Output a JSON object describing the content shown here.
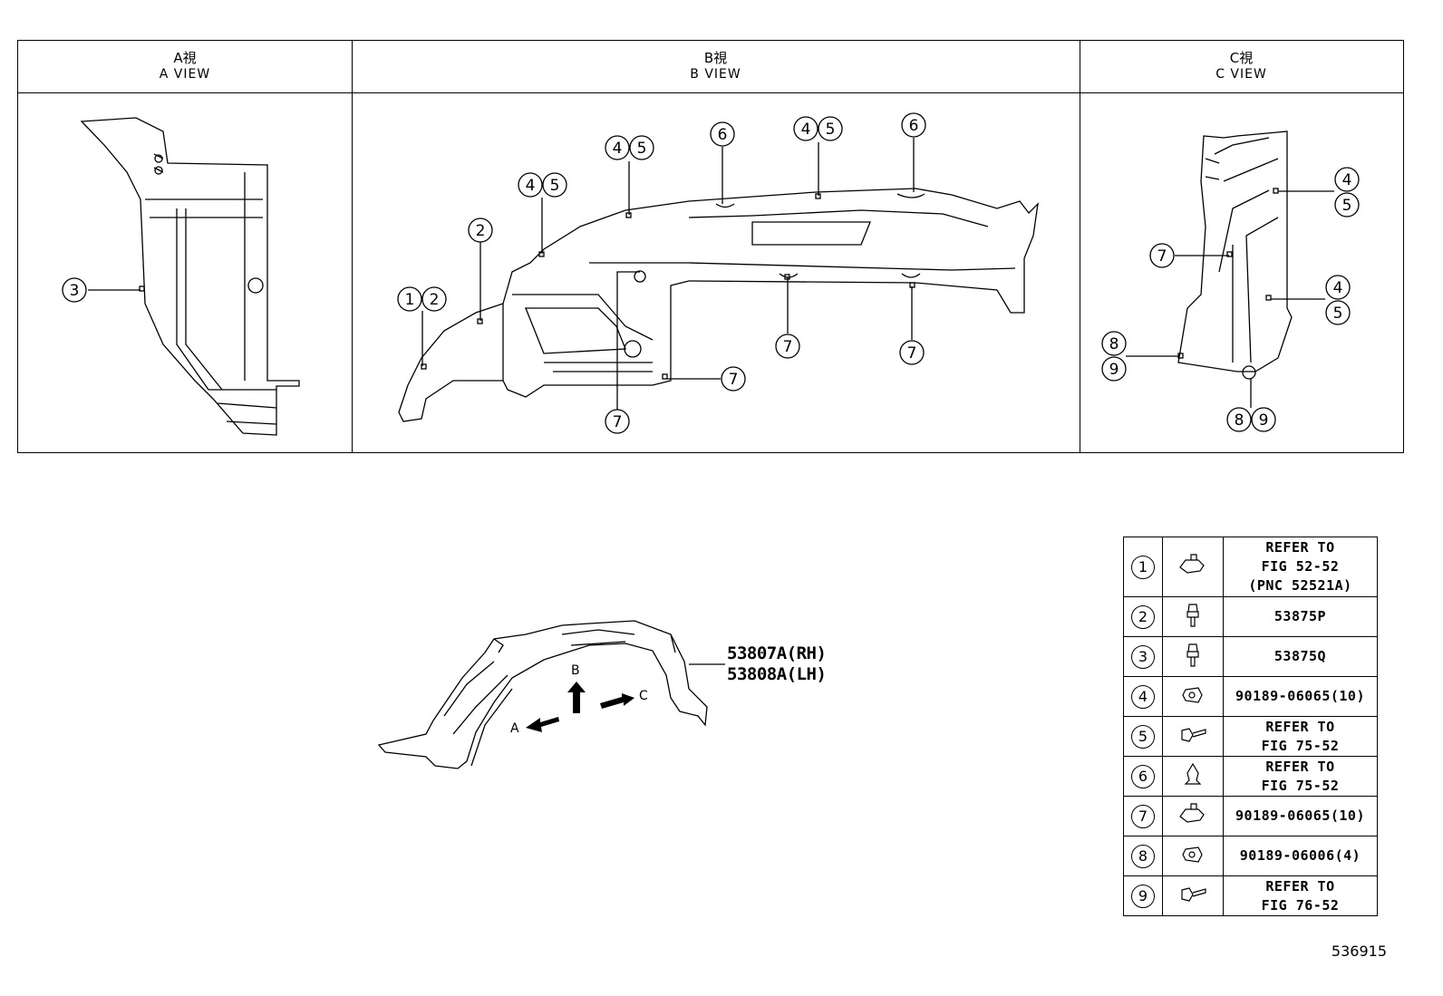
{
  "views": [
    {
      "jp": "A視",
      "en": "A VIEW"
    },
    {
      "jp": "B視",
      "en": "B VIEW"
    },
    {
      "jp": "C視",
      "en": "C VIEW"
    }
  ],
  "callouts": {
    "a_view": [
      "3"
    ],
    "b_view": [
      "1",
      "2",
      "2",
      "4",
      "5",
      "4",
      "5",
      "6",
      "4",
      "5",
      "6",
      "7",
      "7",
      "7",
      "7"
    ],
    "c_view": [
      "4",
      "5",
      "7",
      "4",
      "5",
      "8",
      "9",
      "8",
      "9"
    ]
  },
  "arrows": {
    "a": "A",
    "b": "B",
    "c": "C"
  },
  "part": {
    "rh": "53807A(RH)",
    "lh": "53808A(LH)"
  },
  "legend": [
    {
      "num": "1",
      "icon": "clip-icon",
      "lines": [
        "REFER TO",
        "FIG 52-52",
        "(PNC 52521A)"
      ]
    },
    {
      "num": "2",
      "icon": "screw-grommet-icon",
      "lines": [
        "53875P"
      ]
    },
    {
      "num": "3",
      "icon": "screw-grommet-icon",
      "lines": [
        "53875Q"
      ]
    },
    {
      "num": "4",
      "icon": "nut-icon",
      "lines": [
        "90189-06065(10)"
      ]
    },
    {
      "num": "5",
      "icon": "bolt-icon",
      "lines": [
        "REFER TO",
        "FIG 75-52"
      ]
    },
    {
      "num": "6",
      "icon": "push-clip-icon",
      "lines": [
        "REFER TO",
        "FIG 75-52"
      ]
    },
    {
      "num": "7",
      "icon": "clip-icon",
      "lines": [
        "90189-06065(10)"
      ]
    },
    {
      "num": "8",
      "icon": "nut-icon",
      "lines": [
        "90189-06006(4)"
      ]
    },
    {
      "num": "9",
      "icon": "bolt-icon",
      "lines": [
        "REFER TO",
        "FIG 76-52"
      ]
    }
  ],
  "figure_number": "536915"
}
